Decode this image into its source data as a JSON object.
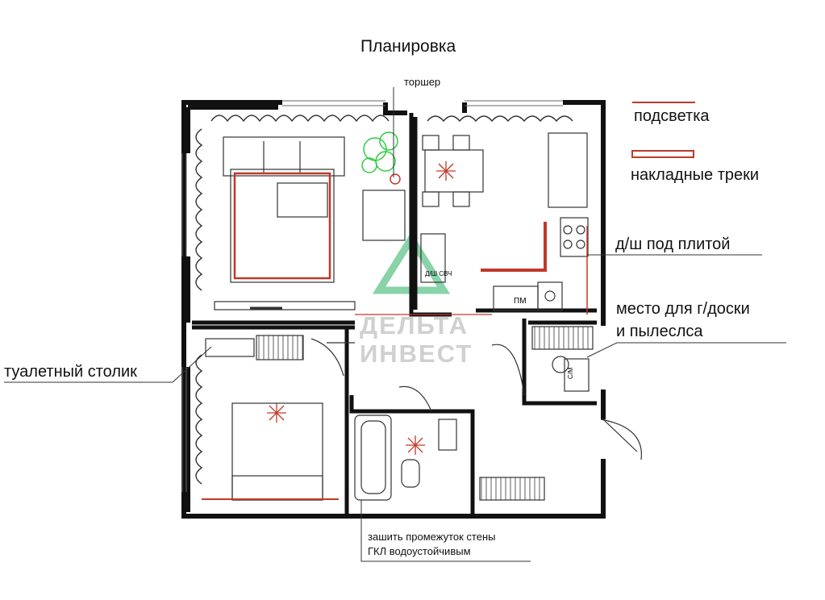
{
  "title": "Планировка",
  "labels": {
    "torsher": "торшер",
    "legend_backlight": "подсветка",
    "legend_tracks": "накладные треки",
    "stove_exhaust": "д/ш под плитой",
    "board_place_line1": "место для г/доски",
    "board_place_line2": "и пылеслса",
    "dressing_table": "туалетный столик",
    "wall_note_line1": "зашить промежуток стены",
    "wall_note_line2": "ГКЛ водоустойчивым",
    "fridge_code": "ПМ",
    "appliance_code": "Д/Ш СВЧ",
    "washer_code": "С/М"
  },
  "watermark": {
    "line1": "ДЕЛЬТА",
    "line2": "ИНВЕСТ"
  },
  "colors": {
    "wall": "#111111",
    "track": "#c0392b",
    "backlight": "#c0392b",
    "plant": "#2ecc40",
    "watermark_logo": "#27ae60"
  }
}
